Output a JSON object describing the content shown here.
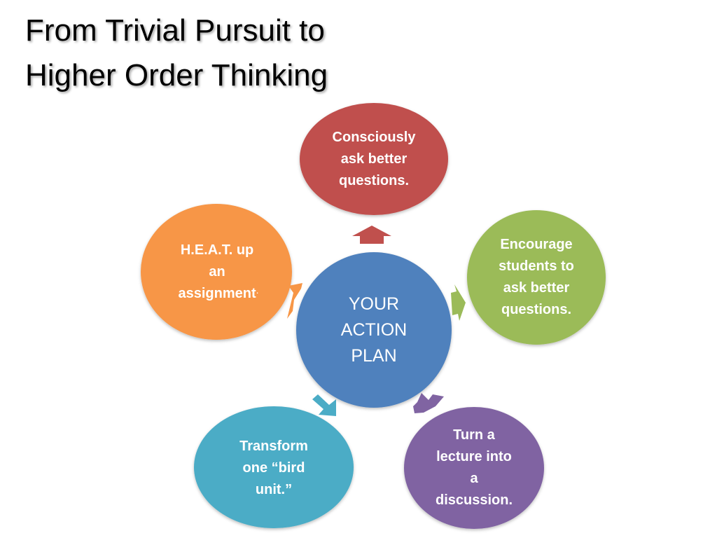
{
  "title": {
    "line1": "From Trivial Pursuit to",
    "line2": "Higher Order Thinking"
  },
  "center": {
    "label": "YOUR\nACTION\nPLAN",
    "color": "#4f81bd"
  },
  "nodes": {
    "top": {
      "label": "Consciously\nask better\nquestions.",
      "color": "#c0504d"
    },
    "right": {
      "label": "Encourage\nstudents to\nask better\nquestions.",
      "color": "#9bbb59"
    },
    "bottom_right": {
      "label": "Turn a\nlecture into\na\ndiscussion.",
      "color": "#8064a2"
    },
    "bottom_left": {
      "label": "Transform\none “bird\nunit.”",
      "color": "#4bacc6"
    },
    "left": {
      "label": "H.E.A.T. up\nan\nassignment",
      "suffix": ".",
      "color": "#f79646"
    }
  }
}
